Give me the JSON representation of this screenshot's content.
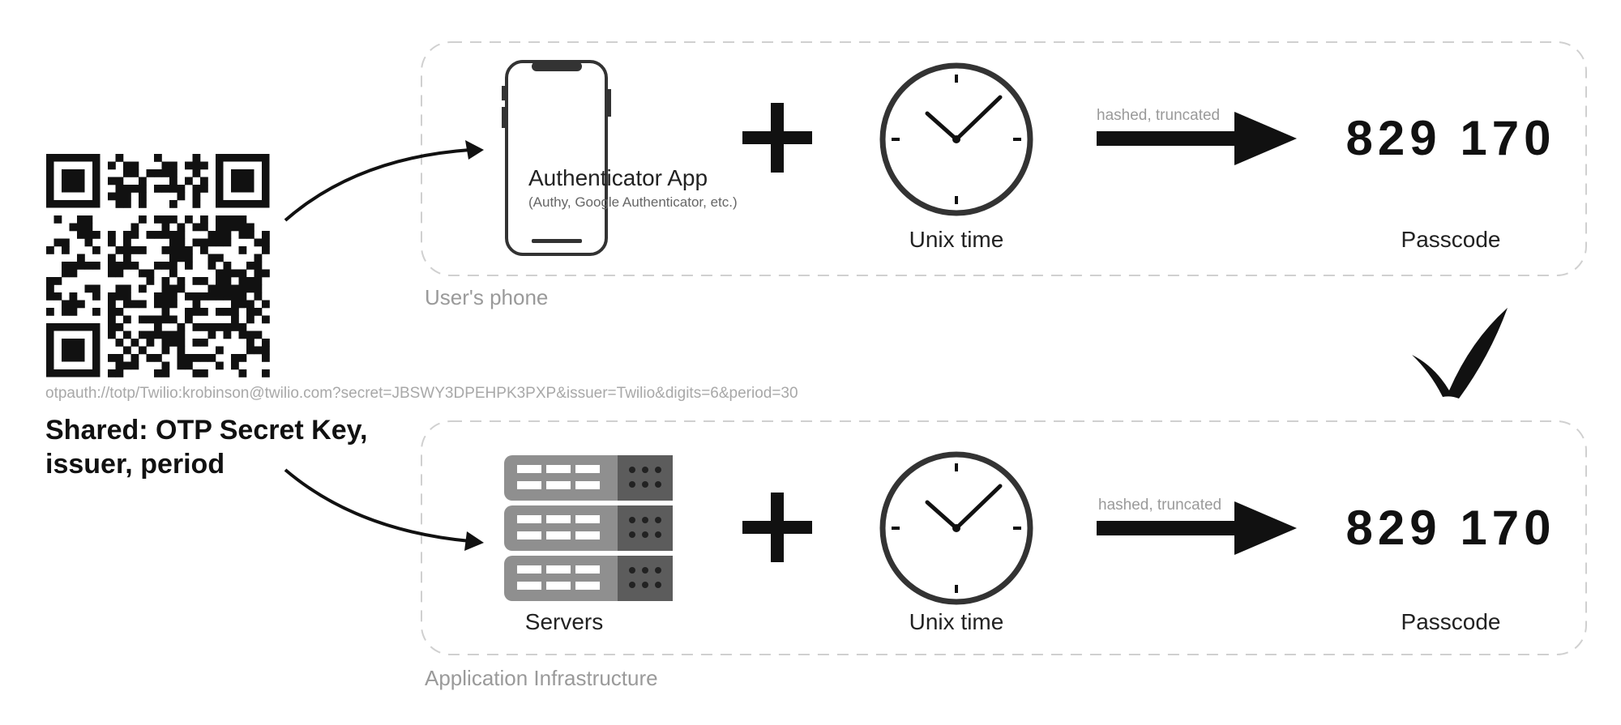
{
  "qr": {
    "uri": "otpauth://totp/Twilio:krobinson@twilio.com?secret=JBSWY3DPEHPK3PXP&issuer=Twilio&digits=6&period=30"
  },
  "shared": {
    "line1": "Shared: OTP Secret Key,",
    "line2": "issuer, period"
  },
  "phone_group": {
    "label": "User's phone",
    "app_title": "Authenticator App",
    "app_subtitle": "(Authy, Google Authenticator, etc.)",
    "clock_caption": "Unix time",
    "arrow_label": "hashed, truncated",
    "passcode": "829 170",
    "passcode_caption": "Passcode"
  },
  "server_group": {
    "label": "Application Infrastructure",
    "servers_caption": "Servers",
    "clock_caption": "Unix time",
    "arrow_label": "hashed, truncated",
    "passcode": "829 170",
    "passcode_caption": "Passcode"
  },
  "colors": {
    "ink": "#111111",
    "dashed_border": "#d0d0d0",
    "muted_text": "#9a9a9a",
    "server_light": "#8f8f8f",
    "server_dark": "#5c5c5c"
  },
  "icons": [
    "qr-code-icon",
    "smartphone-icon",
    "plus-icon",
    "clock-icon",
    "arrow-right-icon",
    "server-rack-icon",
    "checkmark-icon"
  ]
}
